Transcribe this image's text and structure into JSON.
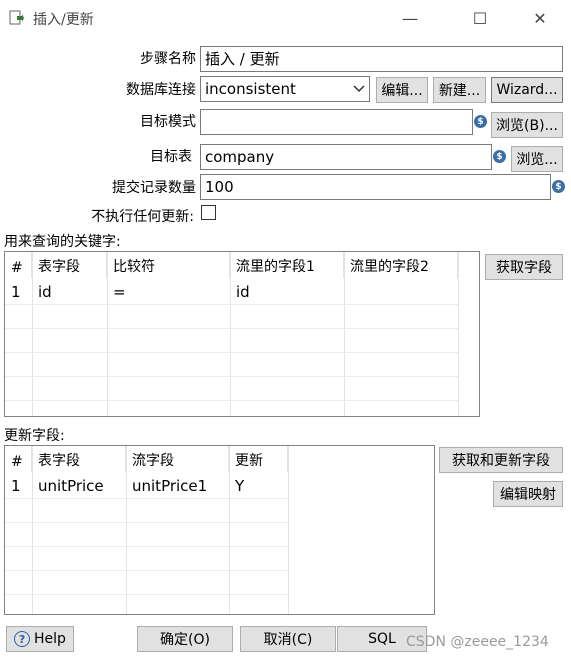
{
  "window": {
    "title": "插入/更新",
    "minimize": "—",
    "maximize": "☐",
    "close": "✕"
  },
  "form": {
    "step_name_label": "步骤名称",
    "step_name_value": "插入 / 更新",
    "db_conn_label": "数据库连接",
    "db_conn_value": "inconsistent",
    "edit_btn": "编辑...",
    "new_btn": "新建...",
    "wizard_btn": "Wizard...",
    "target_schema_label": "目标模式",
    "target_schema_value": "",
    "browse_schema_btn": "浏览(B)...",
    "target_table_label": "目标表",
    "target_table_value": "company",
    "browse_table_btn": "浏览...",
    "commit_size_label": "提交记录数量",
    "commit_size_value": "100",
    "no_update_label": "不执行任何更新:",
    "var_icon": "$"
  },
  "keys_section": {
    "label": "用来查询的关键字:",
    "get_fields_btn": "获取字段",
    "sort_icon": "^",
    "columns": [
      "#",
      "表字段",
      "比较符",
      "流里的字段1",
      "流里的字段2"
    ],
    "rows": [
      [
        "1",
        "id",
        "=",
        "id",
        ""
      ]
    ]
  },
  "update_section": {
    "label": "更新字段:",
    "get_update_btn": "获取和更新字段",
    "edit_mapping_btn": "编辑映射",
    "sort_icon": "^",
    "columns": [
      "#",
      "表字段",
      "流字段",
      "更新"
    ],
    "rows": [
      [
        "1",
        "unitPrice",
        "unitPrice1",
        "Y"
      ]
    ]
  },
  "footer": {
    "help_btn": "Help",
    "help_icon": "?",
    "ok_btn": "确定(O)",
    "cancel_btn": "取消(C)",
    "sql_btn": "SQL",
    "watermark": "CSDN @zeeee_1234"
  }
}
